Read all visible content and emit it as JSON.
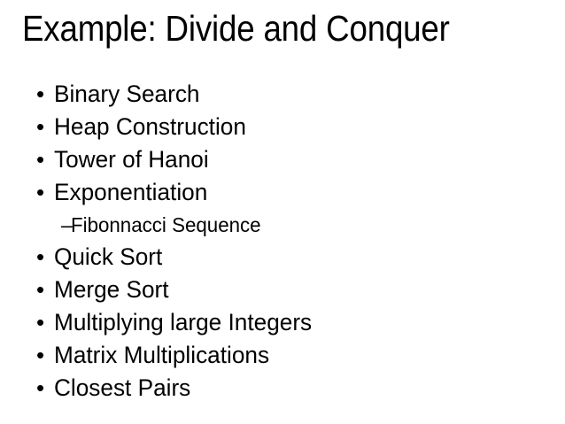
{
  "slide": {
    "title": "Example: Divide and Conquer",
    "background_color": "#ffffff",
    "text_color": "#000000",
    "bullet_glyph_level1": "•",
    "bullet_glyph_level2": "–",
    "items": [
      {
        "level": 1,
        "label": "Binary Search"
      },
      {
        "level": 1,
        "label": "Heap Construction"
      },
      {
        "level": 1,
        "label": "Tower of Hanoi"
      },
      {
        "level": 1,
        "label": "Exponentiation"
      },
      {
        "level": 2,
        "label": "Fibonnacci Sequence"
      },
      {
        "level": 1,
        "label": "Quick Sort"
      },
      {
        "level": 1,
        "label": "Merge Sort"
      },
      {
        "level": 1,
        "label": "Multiplying large Integers"
      },
      {
        "level": 1,
        "label": "Matrix Multiplications"
      },
      {
        "level": 1,
        "label": "Closest Pairs"
      }
    ]
  }
}
